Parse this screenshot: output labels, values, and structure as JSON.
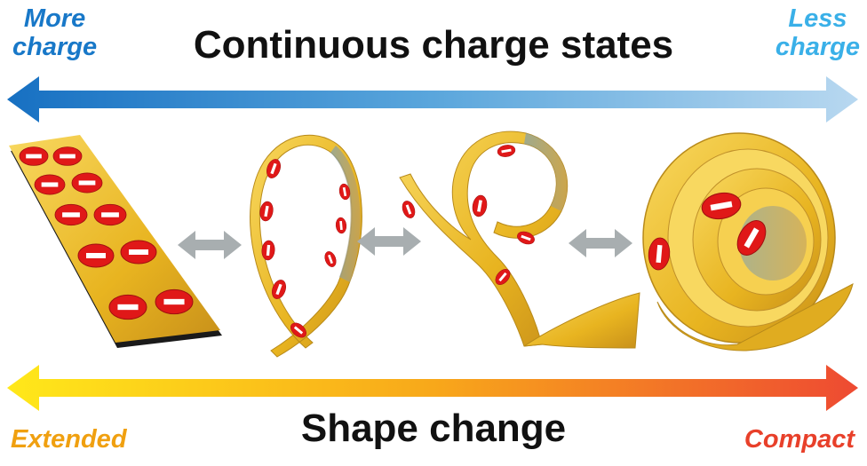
{
  "top": {
    "left_label": [
      "More",
      "charge"
    ],
    "right_label": [
      "Less",
      "charge"
    ],
    "title": "Continuous charge states"
  },
  "bottom": {
    "left_label": "Extended",
    "right_label": "Compact",
    "title": "Shape change"
  },
  "colors": {
    "more_charge": "#1878c8",
    "less_charge": "#3ab0e8",
    "extended": "#f0a010",
    "compact": "#e8402a",
    "ribbon": "#f2c230",
    "charge_disc": "#e01818",
    "double_arrow": "#a8aeb0"
  },
  "icons": [
    "negative-charge-disc-icon",
    "double-arrow-icon"
  ]
}
